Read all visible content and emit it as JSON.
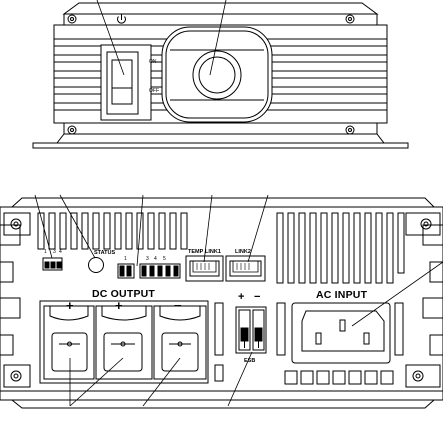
{
  "top_view": {
    "switch_on_label": "ON",
    "switch_off_label": "OFF",
    "power_symbol": "⏻"
  },
  "front_panel": {
    "dip_small_labels": [
      "1",
      "3",
      "4"
    ],
    "status_label": "STATUS",
    "dip_large_labels": [
      "1",
      "3",
      "4",
      "5"
    ],
    "temp_port_label": "TEMP",
    "link1_port_label": "LINK1",
    "link2_port_label": "LINK2",
    "dc_output_label": "DC OUTPUT",
    "dc_terminal_signs": [
      "+",
      "+",
      "−"
    ],
    "esb_signs": [
      "+",
      "−"
    ],
    "esb_label": "ESB",
    "ac_input_label": "AC INPUT"
  }
}
